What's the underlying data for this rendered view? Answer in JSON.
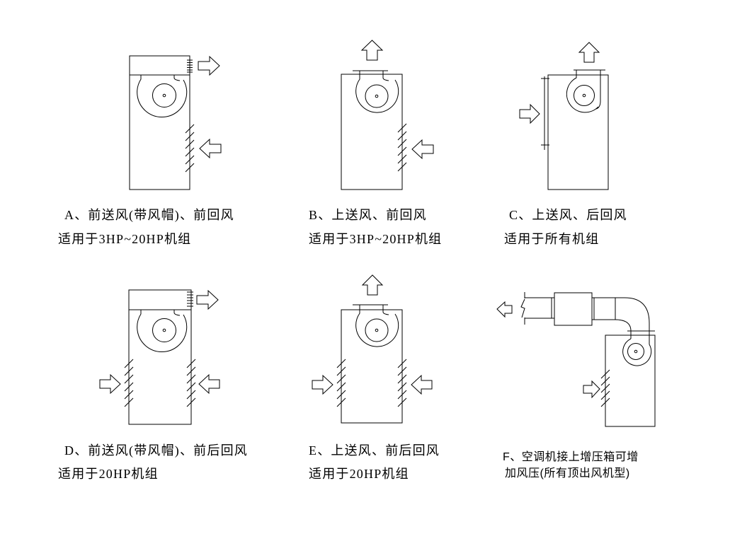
{
  "colors": {
    "background": "#ffffff",
    "line": "#000000",
    "text": "#000000"
  },
  "labels": {
    "a": {
      "line1": "A、前送风(带风帽)、前回风",
      "line2": "适用于3HP~20HP机组"
    },
    "b": {
      "line1": "B、上送风、前回风",
      "line2": "适用于3HP~20HP机组"
    },
    "c": {
      "line1": "C、上送风、后回风",
      "line2": "适用于所有机组"
    },
    "d": {
      "line1": "D、前送风(带风帽)、前后回风",
      "line2": "适用于20HP机组"
    },
    "e": {
      "line1": "E、上送风、前后回风",
      "line2": "适用于20HP机组"
    },
    "f": {
      "line1": "F、空调机接上增压箱可增",
      "line2": "加风压(所有顶出风机型)"
    }
  }
}
